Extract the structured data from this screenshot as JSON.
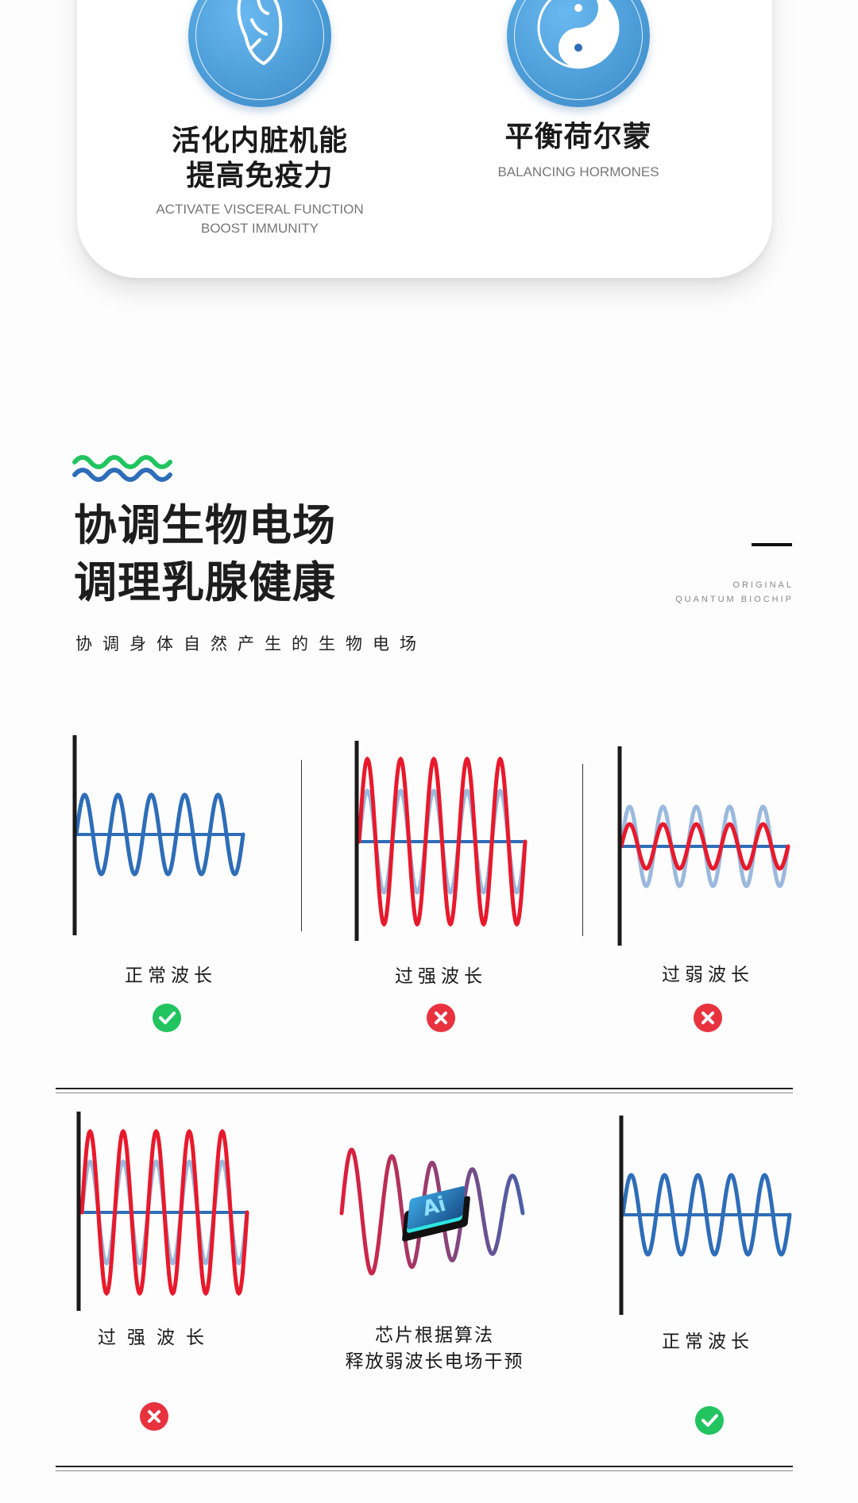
{
  "features": [
    {
      "icon": "heart-icon",
      "title_lines": [
        "活化内脏机能",
        "提高免疫力"
      ],
      "subtitle_lines": [
        "ACTIVATE VISCERAL FUNCTION",
        "BOOST IMMUNITY"
      ]
    },
    {
      "icon": "yin-yang-icon",
      "title_lines": [
        "平衡荷尔蒙"
      ],
      "subtitle_lines": [
        "BALANCING HORMONES"
      ]
    }
  ],
  "section": {
    "title_lines": [
      "协调生物电场",
      "调理乳腺健康"
    ],
    "tag_lines": [
      "ORIGINAL",
      "QUANTUM BIOCHIP"
    ],
    "subtitle": "协调身体自然产生的生物电场"
  },
  "colors": {
    "blue": "#2e6db8",
    "light_blue": "#9bb9dd",
    "red": "#e8192c",
    "green": "#21c45f",
    "error": "#e8333f"
  },
  "row1": [
    {
      "label": "正常波长",
      "status": "correct"
    },
    {
      "label": "过强波长",
      "status": "wrong"
    },
    {
      "label": "过弱波长",
      "status": "wrong"
    }
  ],
  "row2": [
    {
      "label": "过强波长",
      "status": "wrong"
    },
    {
      "label_lines": [
        "芯片根据算法",
        "释放弱波长电场干预"
      ],
      "chip_text": "Ai"
    },
    {
      "label": "正常波长",
      "status": "correct"
    }
  ]
}
